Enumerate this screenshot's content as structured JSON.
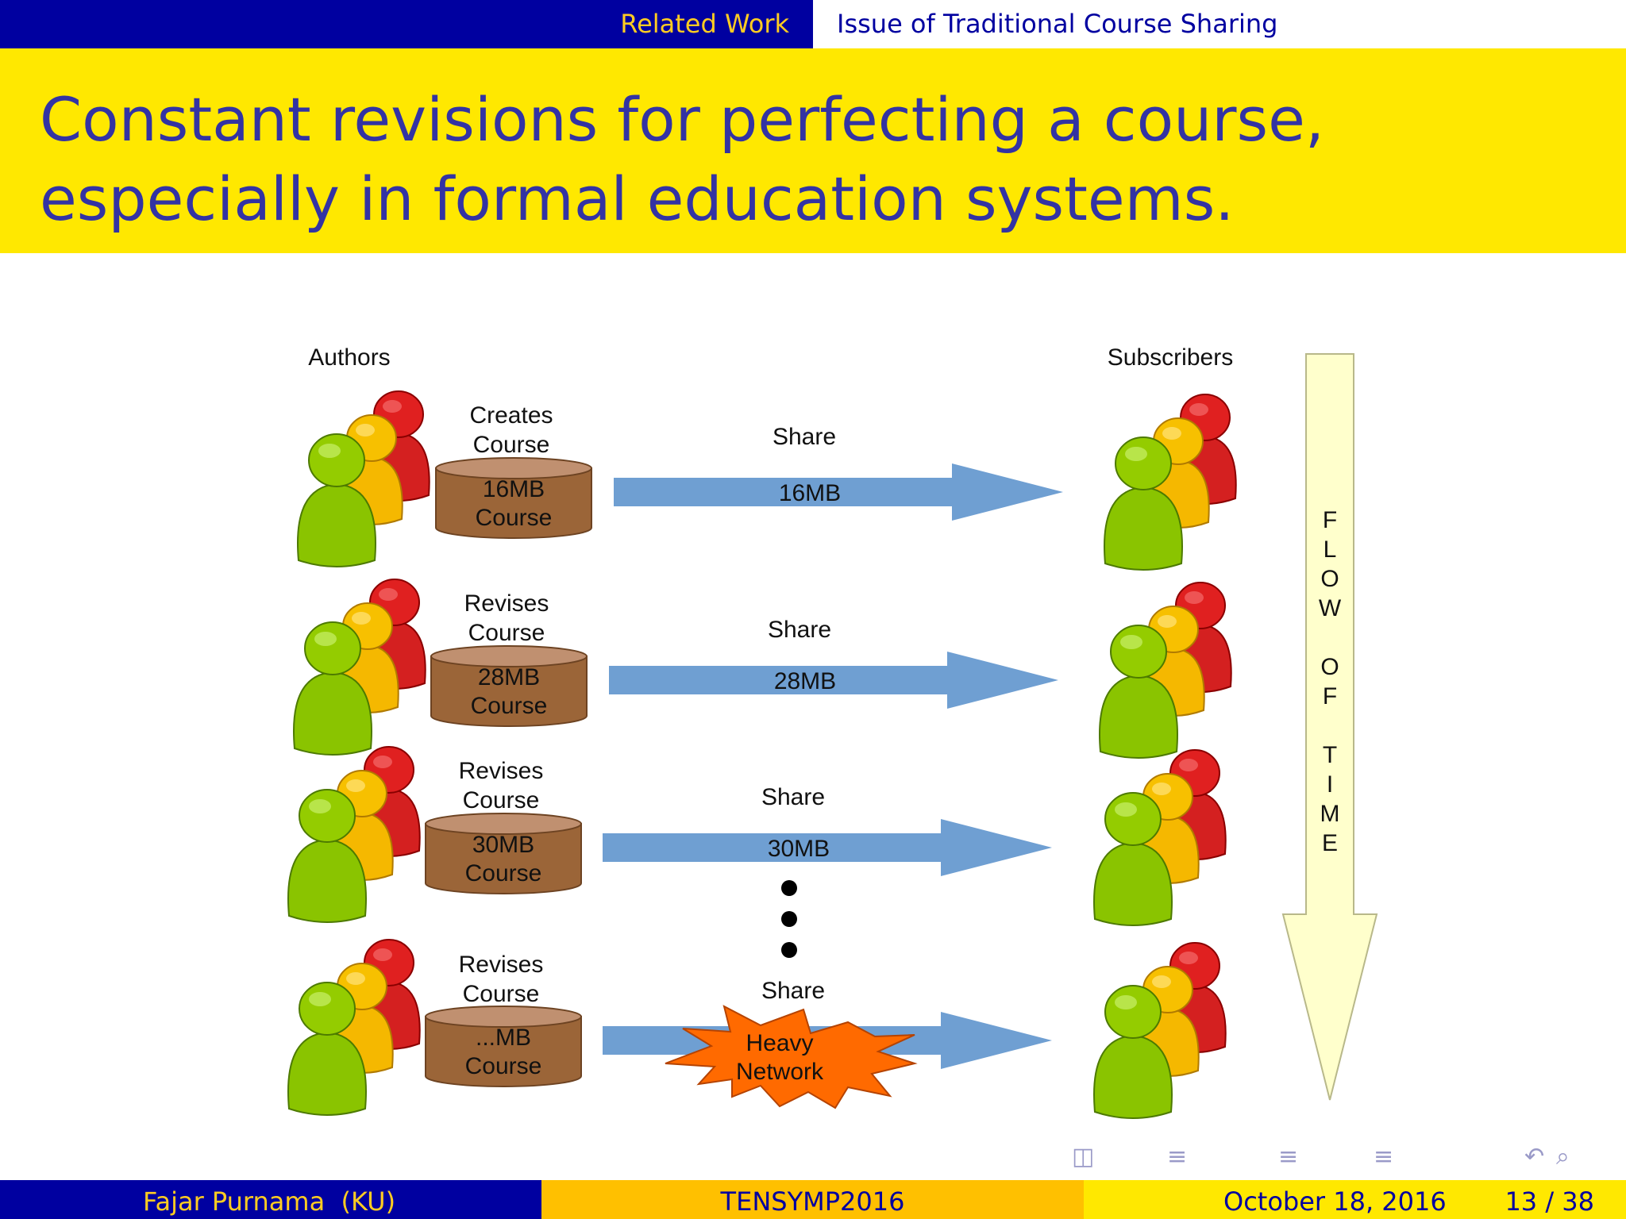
{
  "header": {
    "section": "Related Work",
    "subsection": "Issue of Traditional Course Sharing"
  },
  "title": "Constant revisions for perfecting a course, especially in formal education systems.",
  "diagram": {
    "authors_label": "Authors",
    "subscribers_label": "Subscribers",
    "rows": [
      {
        "action_line1": "Creates",
        "action_line2": "Course",
        "db_line1": "16MB",
        "db_line2": "Course",
        "share": "Share",
        "arrow_label": "16MB"
      },
      {
        "action_line1": "Revises",
        "action_line2": "Course",
        "db_line1": "28MB",
        "db_line2": "Course",
        "share": "Share",
        "arrow_label": "28MB"
      },
      {
        "action_line1": "Revises",
        "action_line2": "Course",
        "db_line1": "30MB",
        "db_line2": "Course",
        "share": "Share",
        "arrow_label": "30MB"
      },
      {
        "action_line1": "Revises",
        "action_line2": "Course",
        "db_line1": "...MB",
        "db_line2": "Course",
        "share": "Share",
        "arrow_label": ""
      }
    ],
    "burst_line1": "Heavy",
    "burst_line2": "Network",
    "flow_letters": [
      "F",
      "L",
      "O",
      "W",
      "",
      "O",
      "F",
      "",
      "T",
      "I",
      "M",
      "E"
    ]
  },
  "footer": {
    "author": "Fajar Purnama  (KU)",
    "conference": "TENSYMP2016",
    "date": "October 18, 2016",
    "page": "13 / 38"
  },
  "colors": {
    "nav_blue": "#0000a0",
    "accent_yellow": "#ffe800",
    "title_text": "#3333a3",
    "arrow_blue": "#6f9fd2",
    "db_brown": "#9b6538",
    "burst_orange": "#ff6a00"
  }
}
